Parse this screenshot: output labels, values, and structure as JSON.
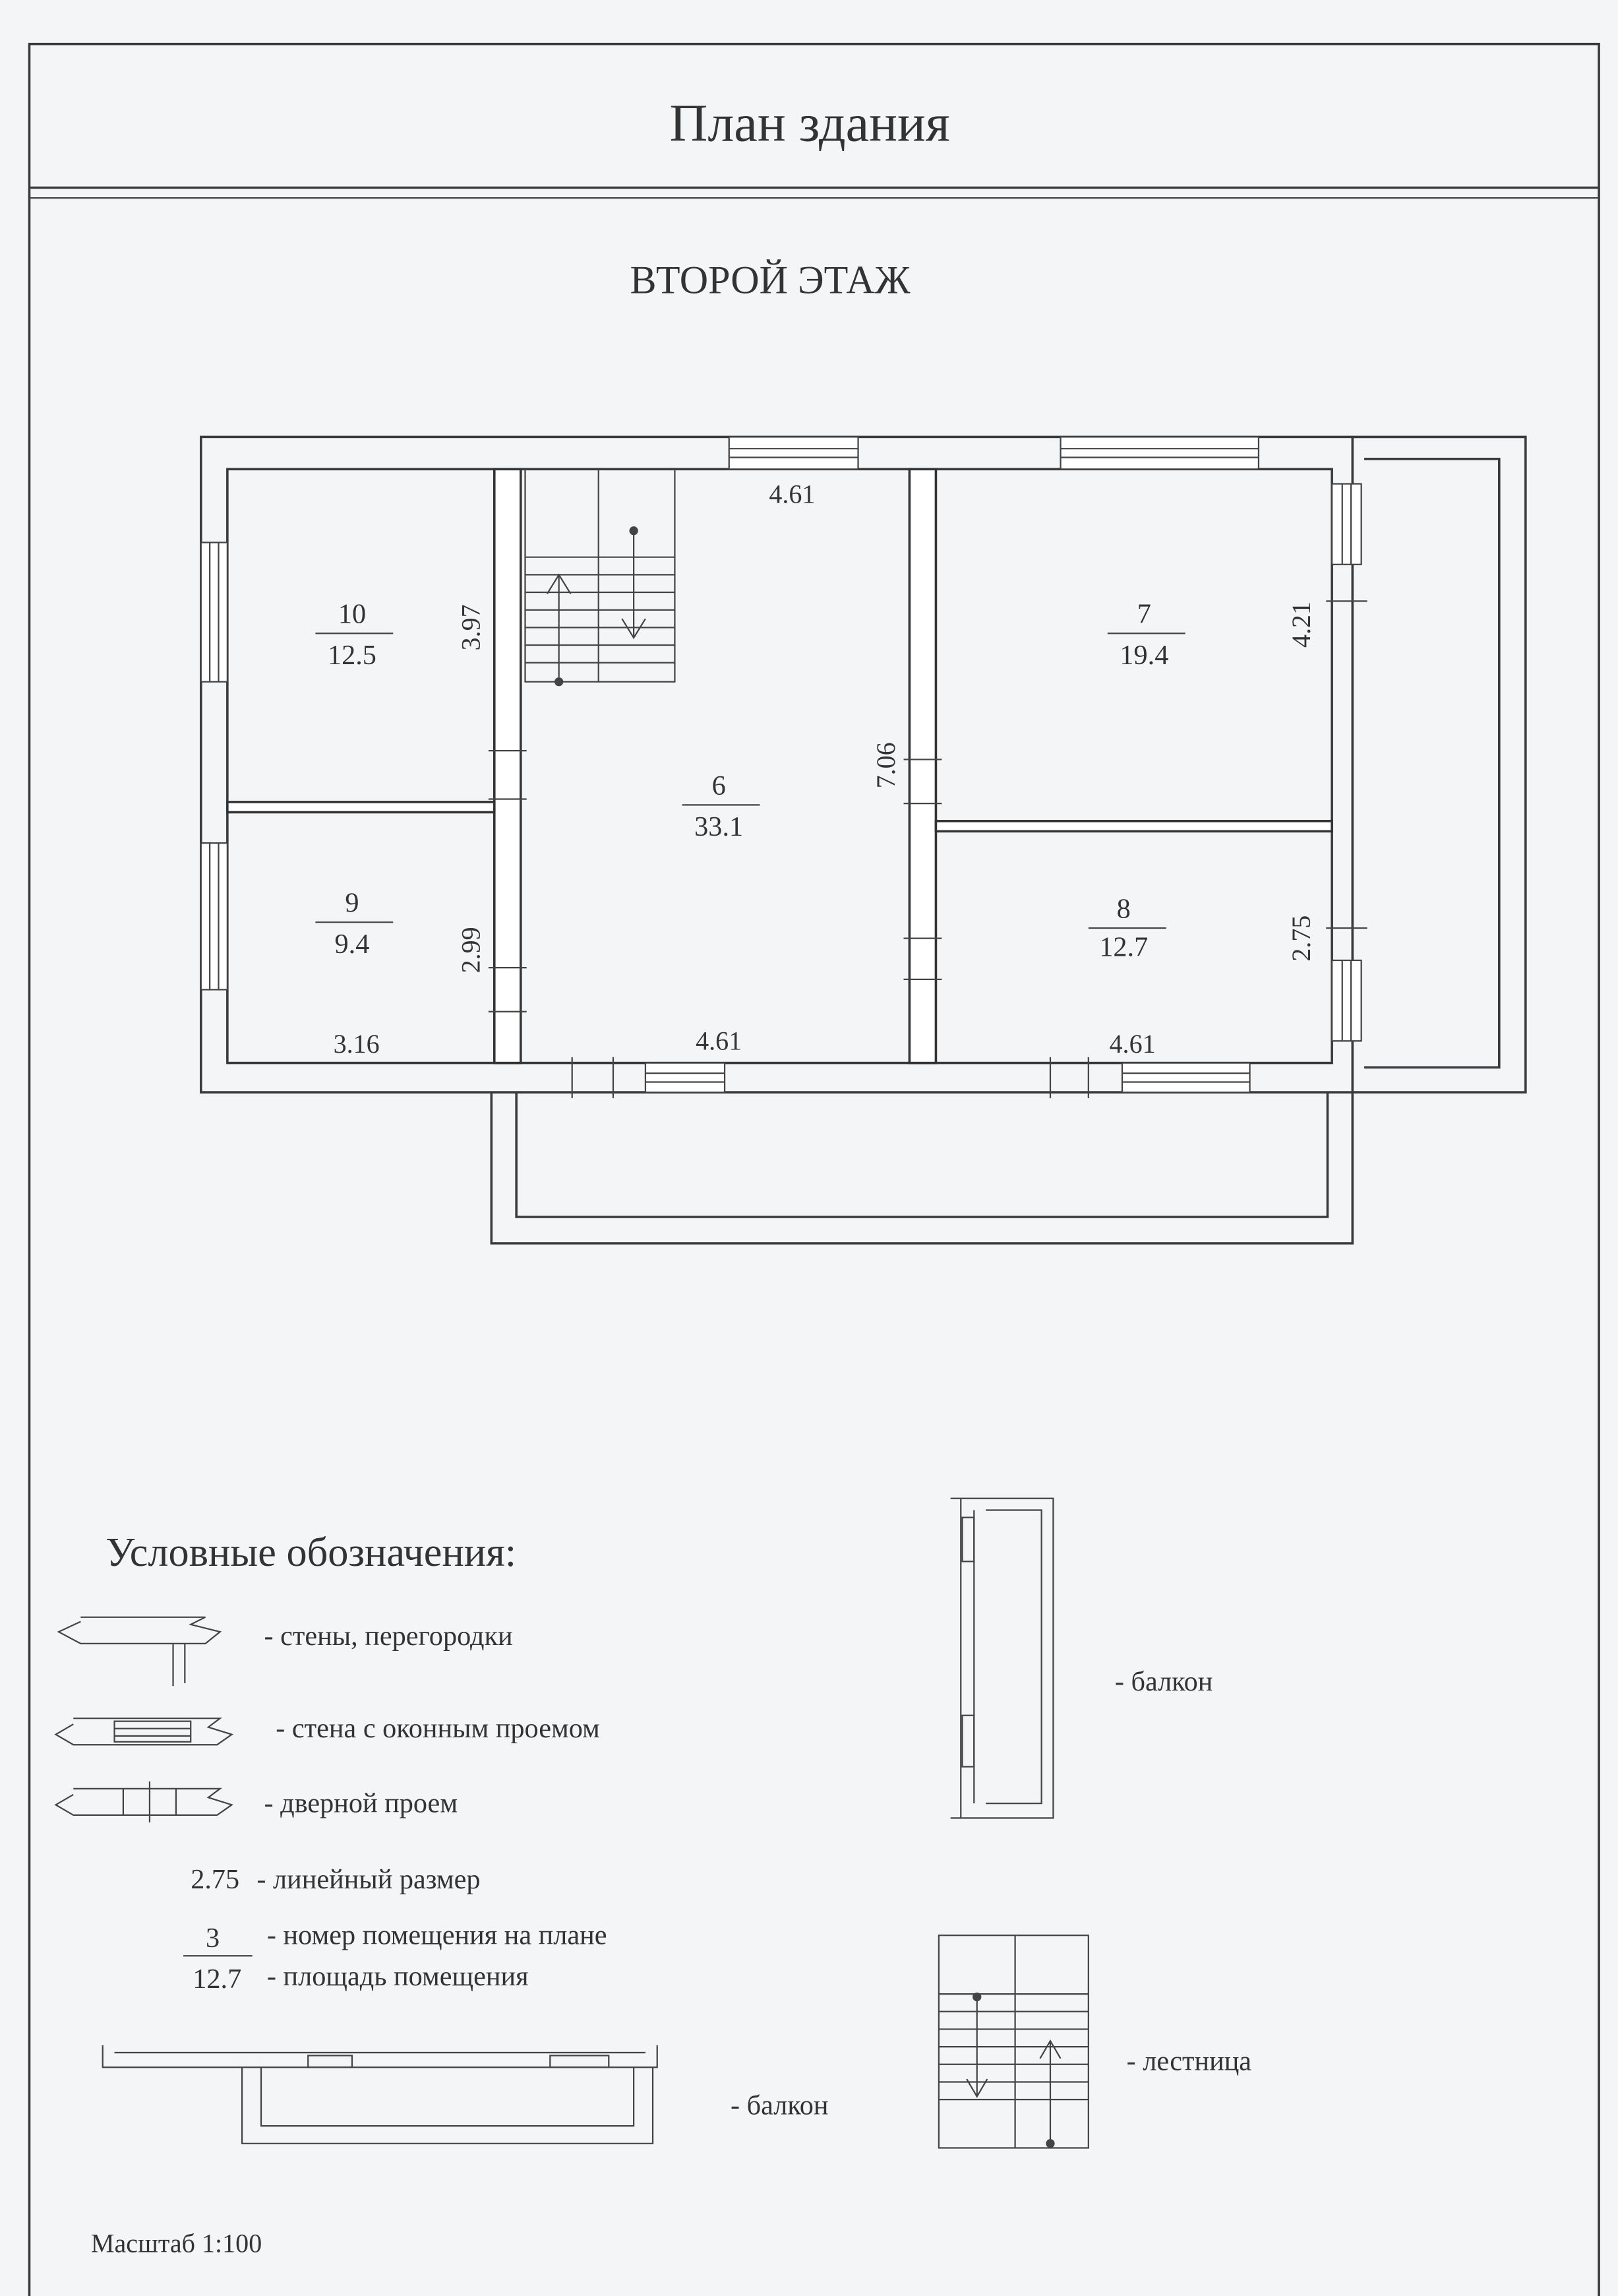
{
  "header": {
    "title": "План здания",
    "floor": "ВТОРОЙ ЭТАЖ"
  },
  "rooms": [
    {
      "number": "10",
      "area": "12.5"
    },
    {
      "number": "9",
      "area": "9.4"
    },
    {
      "number": "6",
      "area": "33.1"
    },
    {
      "number": "7",
      "area": "19.4"
    },
    {
      "number": "8",
      "area": "12.7"
    }
  ],
  "dimensions": {
    "top_center": "4.61",
    "room10_height": "3.97",
    "room9_height": "2.99",
    "room6_height": "7.06",
    "room7_height": "4.21",
    "room8_height": "2.75",
    "bottom_left": "3.16",
    "bottom_center": "4.61",
    "bottom_right": "4.61"
  },
  "legend": {
    "title": "Условные обозначения:",
    "walls": "- стены, перегородки",
    "window": "- стена с оконным проемом",
    "door": "- дверной проем",
    "dim_sample": "2.75",
    "dim_label": "- линейный размер",
    "room_num_sample": "3",
    "room_num_label": "- номер помещения на плане",
    "room_area_sample": "12.7",
    "room_area_label": "- площадь помещения",
    "balcony_side": "- балкон",
    "balcony_bottom": "- балкон",
    "stairs": "- лестница"
  },
  "footer": {
    "scale": "Масштаб 1:100"
  }
}
